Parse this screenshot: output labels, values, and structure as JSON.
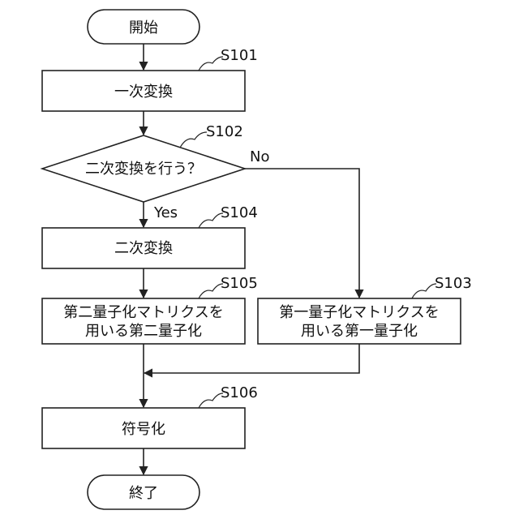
{
  "nodes": {
    "start": {
      "text": "開始"
    },
    "s101": {
      "step": "S101",
      "text": "一次変換"
    },
    "s102": {
      "step": "S102",
      "text": "二次変換を行う？"
    },
    "s104": {
      "step": "S104",
      "text": "二次変換"
    },
    "s105": {
      "step": "S105",
      "lines": [
        "第二量子化マトリクスを",
        "用いる第二量子化"
      ]
    },
    "s103": {
      "step": "S103",
      "lines": [
        "第一量子化マトリクスを",
        "用いる第一量子化"
      ]
    },
    "s106": {
      "step": "S106",
      "text": "符号化"
    },
    "end": {
      "text": "終了"
    }
  },
  "branches": {
    "yes": "Yes",
    "no": "No"
  }
}
